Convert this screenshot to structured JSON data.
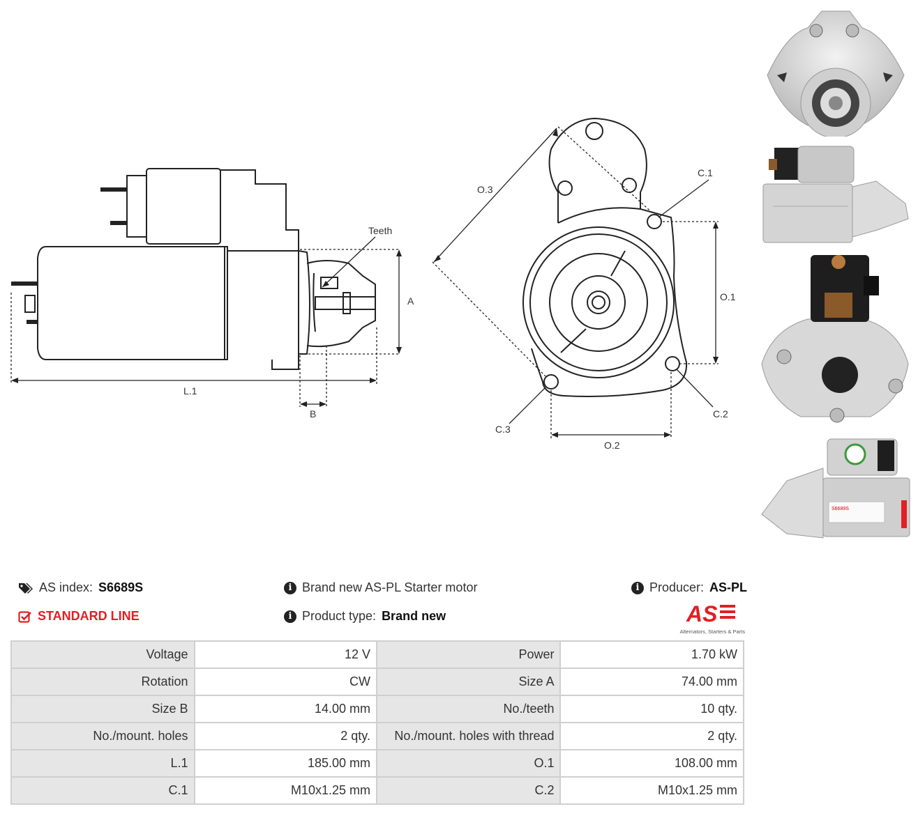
{
  "diagram": {
    "labels": {
      "teeth": "Teeth",
      "a": "A",
      "b": "B",
      "l1": "L.1",
      "o1": "O.1",
      "o2": "O.2",
      "o3": "O.3",
      "c1": "C.1",
      "c2": "C.2",
      "c3": "C.3"
    }
  },
  "photos": [
    {
      "view": "front flange view"
    },
    {
      "view": "side view"
    },
    {
      "view": "rear view"
    },
    {
      "view": "side view with label"
    }
  ],
  "photo_label": {
    "code": "S6689S"
  },
  "info": {
    "as_index_label": "AS index:",
    "as_index_value": "S6689S",
    "line": "STANDARD LINE",
    "description": "Brand new AS-PL Starter motor",
    "product_type_label": "Product type:",
    "product_type_value": "Brand new",
    "producer_label": "Producer:",
    "producer_value": "AS-PL",
    "logo_tagline": "Alternators, Starters & Parts"
  },
  "icons": [
    "tags-icon",
    "check-square-icon",
    "info-icon"
  ],
  "colors": {
    "accent": "#e31e24",
    "label_bg": "#e6e6e6",
    "border": "#cfcfcf"
  },
  "specs": [
    {
      "l1": "Voltage",
      "v1": "12 V",
      "l2": "Power",
      "v2": "1.70 kW"
    },
    {
      "l1": "Rotation",
      "v1": "CW",
      "l2": "Size A",
      "v2": "74.00 mm"
    },
    {
      "l1": "Size B",
      "v1": "14.00 mm",
      "l2": "No./teeth",
      "v2": "10 qty."
    },
    {
      "l1": "No./mount. holes",
      "v1": "2 qty.",
      "l2": "No./mount. holes with thread",
      "v2": "2 qty."
    },
    {
      "l1": "L.1",
      "v1": "185.00 mm",
      "l2": "O.1",
      "v2": "108.00 mm"
    },
    {
      "l1": "C.1",
      "v1": "M10x1.25 mm",
      "l2": "C.2",
      "v2": "M10x1.25 mm"
    }
  ]
}
